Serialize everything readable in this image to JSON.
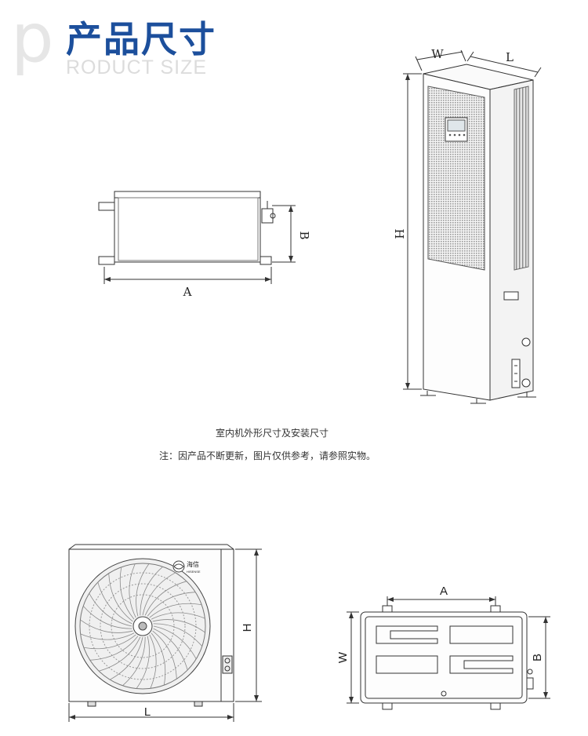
{
  "header": {
    "letter": "p",
    "title": "产品尺寸",
    "subtitle": "RODUCT SIZE"
  },
  "captions": {
    "indoor": "室内机外形尺寸及安装尺寸",
    "note": "注：因产品不断更新，图片仅供参考，请参照实物。"
  },
  "indoor_top_view": {
    "label_a": "A",
    "label_b": "B"
  },
  "indoor_unit": {
    "label_w": "W",
    "label_l": "L",
    "label_h": "H"
  },
  "outdoor_front": {
    "brand": "海信",
    "brand_en": "HISENSE",
    "label_h": "H",
    "label_l": "L"
  },
  "outdoor_base": {
    "label_a": "A",
    "label_w": "W",
    "label_b": "B"
  }
}
